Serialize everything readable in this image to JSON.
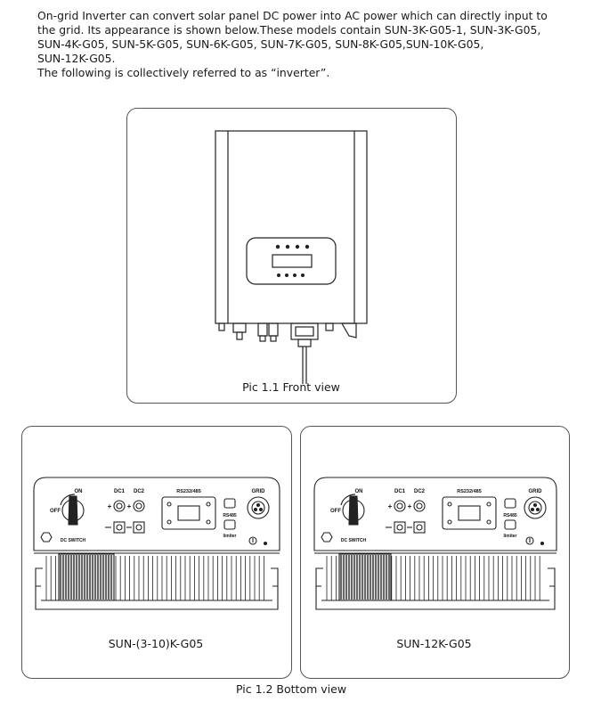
{
  "intro": {
    "lines": [
      "On-grid Inverter can convert solar panel DC power into AC power which can directly input to",
      "the grid. Its appearance is shown below.These models contain SUN-3K-G05-1, SUN-3K-G05,",
      "SUN-4K-G05, SUN-5K-G05, SUN-6K-G05, SUN-7K-G05, SUN-8K-G05,SUN-10K-G05,",
      "SUN-12K-G05.",
      "The following is collectively referred to as “inverter”."
    ]
  },
  "front_view": {
    "caption": "Pic 1.1 Front view"
  },
  "bottom_view": {
    "caption": "Pic 1.2 Bottom view",
    "panels": [
      {
        "model": "SUN-(3-10)K-G05"
      },
      {
        "model": "SUN-12K-G05"
      }
    ],
    "labels": {
      "on": "ON",
      "off": "OFF",
      "dc_switch": "DC SWITCH",
      "dc1": "DC1",
      "dc2": "DC2",
      "rs": "RS232/485",
      "rs485": "RS485",
      "limiter": "limiter",
      "grid": "GRID"
    }
  }
}
